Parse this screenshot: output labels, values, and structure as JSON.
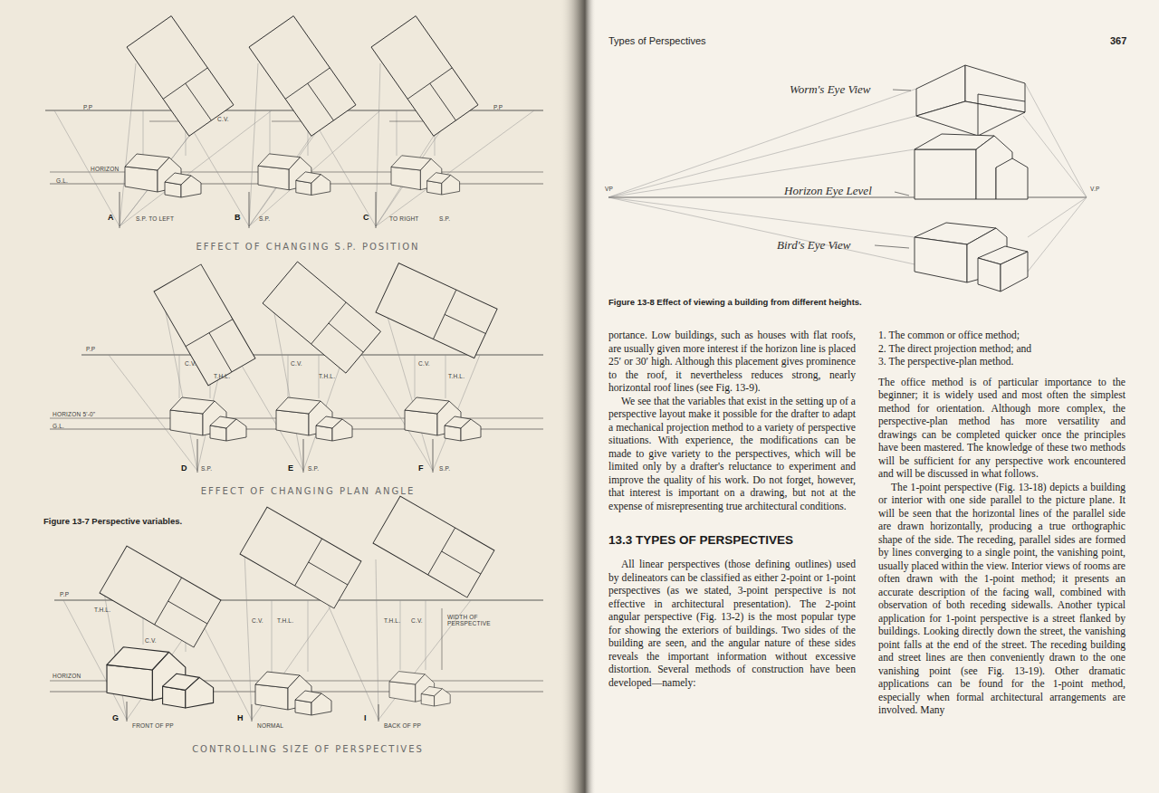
{
  "diagram": {
    "labels": [
      "P.P",
      "P.P",
      "C.V.",
      "HORIZON",
      "G.L.",
      "A",
      "S.P. TO LEFT",
      "B",
      "S.P.",
      "C",
      "TO RIGHT",
      "S.P.",
      "EFFECT OF CHANGING S.P. POSITION",
      "P.P",
      "C.V.",
      "T.H.L.",
      "C.V.",
      "T.H.L.",
      "C.V.",
      "T.H.L.",
      "HORIZON 5'-0\"",
      "G.L.",
      "D",
      "S.P.",
      "E",
      "S.P.",
      "F",
      "S.P.",
      "EFFECT OF CHANGING PLAN ANGLE",
      "Figure 13-7 Perspective variables.",
      "P.P",
      "T.H.L.",
      "C.V.",
      "C.V.",
      "T.H.L.",
      "T.H.L.",
      "C.V.",
      "WIDTH OF PERSPECTIVE",
      "HORIZON",
      "G",
      "FRONT OF PP",
      "H",
      "NORMAL",
      "I",
      "BACK OF PP",
      "CONTROLLING SIZE OF PERSPECTIVES",
      "Types of Perspectives",
      "367",
      "Worm's Eye View",
      "Horizon Eye Level",
      "Bird's Eye View",
      "VP",
      "V.P",
      "Figure 13-8 Effect of viewing a building from different heights.",
      "portance. Low buildings, such as houses with flat roofs, are usually given more interest if the horizon line is placed 25′ or 30′ high. Although this placement gives prominence to the roof, it nevertheless reduces strong, nearly horizontal roof lines (see Fig. 13-9).",
      "We see that the variables that exist in the setting up of a perspective layout make it possible for the drafter to adapt a mechanical projection method to a variety of perspective situations. With experience, the modifications can be made to give variety to the perspectives, which will be limited only by a drafter's reluctance to experiment and improve the quality of his work. Do not forget, however, that interest is important on a drawing, but not at the expense of misrepresenting true architectural conditions.",
      "13.3 TYPES OF PERSPECTIVES",
      "All linear perspectives (those defining outlines) used by delineators can be classified as either 2-point or 1-point perspectives (as we stated, 3-point perspective is not effective in architectural presentation). The 2-point angular perspective (Fig. 13-2) is the most popular type for showing the exteriors of buildings. Two sides of the building are seen, and the angular nature of these sides reveals the important information without excessive distortion. Several methods of construction have been developed—namely:",
      "1. The common or office method;",
      "2. The direct projection method; and",
      "3. The perspective-plan method.",
      "The office method is of particular importance to the beginner; it is widely used and most often the simplest method for orientation. Although more complex, the perspective-plan method has more versatility and drawings can be completed quicker once the principles have been mastered. The knowledge of these two methods will be sufficient for any perspective work encountered and will be discussed in what follows.",
      "The 1-point perspective (Fig. 13-18) depicts a building or interior with one side parallel to the picture plane. It will be seen that the horizontal lines of the parallel side are drawn horizontally, producing a true orthographic shape of the side. The receding, parallel sides are formed by lines converging to a single point, the vanishing point, usually placed within the view. Interior views of rooms are often drawn with the 1-point method; it presents an accurate description of the facing wall, combined with observation of both receding sidewalls. Another typical application for 1-point perspective is a street flanked by buildings. Looking directly down the street, the vanishing point falls at the end of the street. The receding building and street lines are then conveniently drawn to the one vanishing point (see Fig. 13-19). Other dramatic applications can be found for the 1-point method, especially when formal architectural arrangements are involved. Many"
    ]
  }
}
